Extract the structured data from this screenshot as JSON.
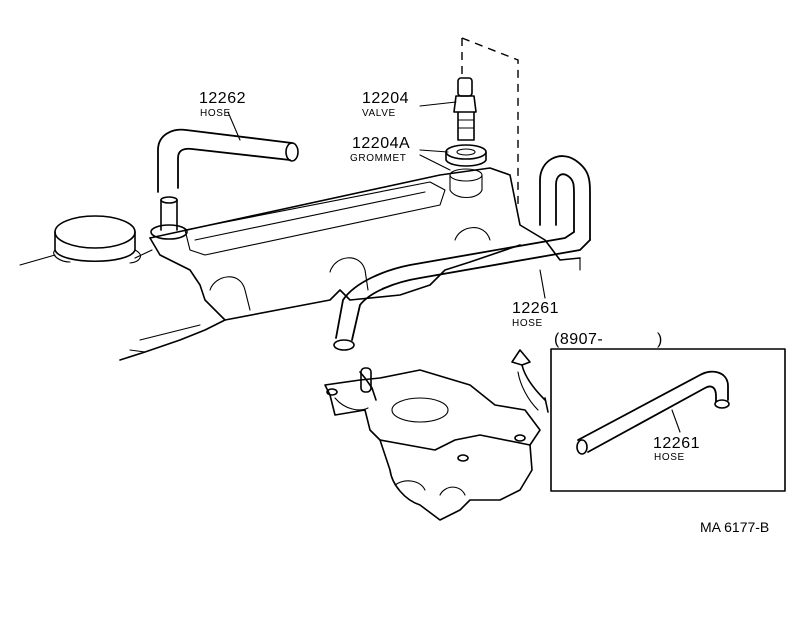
{
  "callouts": {
    "hose_12262": {
      "number": "12262",
      "name": "HOSE"
    },
    "valve_12204": {
      "number": "12204",
      "name": "VALVE"
    },
    "grommet_12204a": {
      "number": "12204A",
      "name": "GROMMET"
    },
    "hose_12261": {
      "number": "12261",
      "name": "HOSE"
    },
    "inset_hose_12261": {
      "number": "12261",
      "name": "HOSE"
    }
  },
  "inset": {
    "date_label": "(8907-",
    "date_close": ")"
  },
  "diagram_code": "MA 6177-B"
}
